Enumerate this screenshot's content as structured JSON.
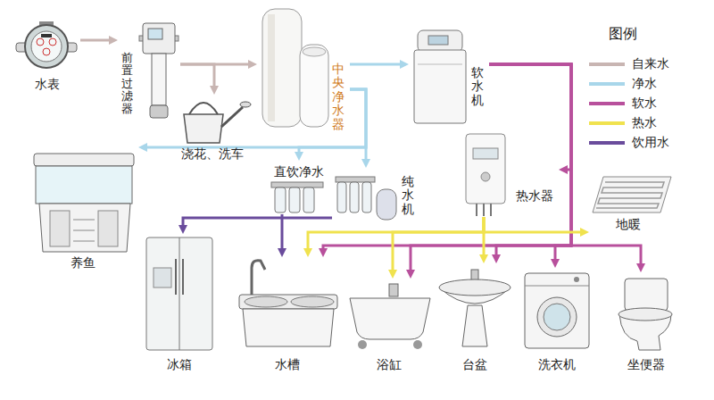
{
  "diagram": {
    "nodes": [
      {
        "text": [
          "水表"
        ]
      },
      {
        "text": [
          "前置过滤器"
        ]
      },
      {
        "text": [
          "浇花、洗车"
        ]
      },
      {
        "text": [
          "中央净水器"
        ]
      },
      {
        "text": [
          "软水机"
        ]
      },
      {
        "text": [
          "热水器"
        ]
      },
      {
        "text": [
          "地暖"
        ]
      },
      {
        "text": [
          "养鱼"
        ]
      },
      {
        "text": [
          "直饮净水"
        ]
      },
      {
        "text": [
          "纯水机"
        ]
      },
      {
        "text": [
          "冰箱"
        ]
      },
      {
        "text": [
          "水槽"
        ]
      },
      {
        "text": [
          "浴缸"
        ]
      },
      {
        "text": [
          "台盆"
        ]
      },
      {
        "text": [
          "洗衣机"
        ]
      },
      {
        "text": [
          "坐便器"
        ]
      }
    ],
    "edges": [
      {
        "from": 0,
        "to": 1,
        "arrow": "to"
      },
      {
        "from": 1,
        "to": 2,
        "arrow": "to"
      },
      {
        "from": 1,
        "to": 3,
        "arrow": "to"
      },
      {
        "from": 3,
        "to": 4,
        "arrow": "to"
      },
      {
        "from": 3,
        "to": 7,
        "arrow": "to"
      },
      {
        "from": 3,
        "to": 8,
        "arrow": "to"
      },
      {
        "from": 3,
        "to": 9,
        "arrow": "to"
      },
      {
        "from": 8,
        "to": 11,
        "arrow": "to"
      },
      {
        "from": 9,
        "to": 10,
        "arrow": "to"
      },
      {
        "from": 4,
        "to": 5,
        "arrow": "to"
      },
      {
        "from": 4,
        "to": 11,
        "arrow": "to"
      },
      {
        "from": 4,
        "to": 12,
        "arrow": "to"
      },
      {
        "from": 4,
        "to": 13,
        "arrow": "to"
      },
      {
        "from": 4,
        "to": 14,
        "arrow": "to"
      },
      {
        "from": 4,
        "to": 15,
        "arrow": "to"
      },
      {
        "from": 5,
        "to": 6,
        "arrow": "to"
      },
      {
        "from": 5,
        "to": 11,
        "arrow": "to"
      },
      {
        "from": 5,
        "to": 12,
        "arrow": "to"
      },
      {
        "from": 5,
        "to": 13,
        "arrow": "to"
      }
    ],
    "labels": [
      "图例"
    ],
    "legend": [
      {
        "text": "自来水",
        "color": "#c8b5b2"
      },
      {
        "text": "净水",
        "color": "#a8d6ea"
      },
      {
        "text": "软水",
        "color": "#b8509c"
      },
      {
        "text": "热水",
        "color": "#f0e24e"
      },
      {
        "text": "饮用水",
        "color": "#6a4c9c"
      }
    ]
  }
}
